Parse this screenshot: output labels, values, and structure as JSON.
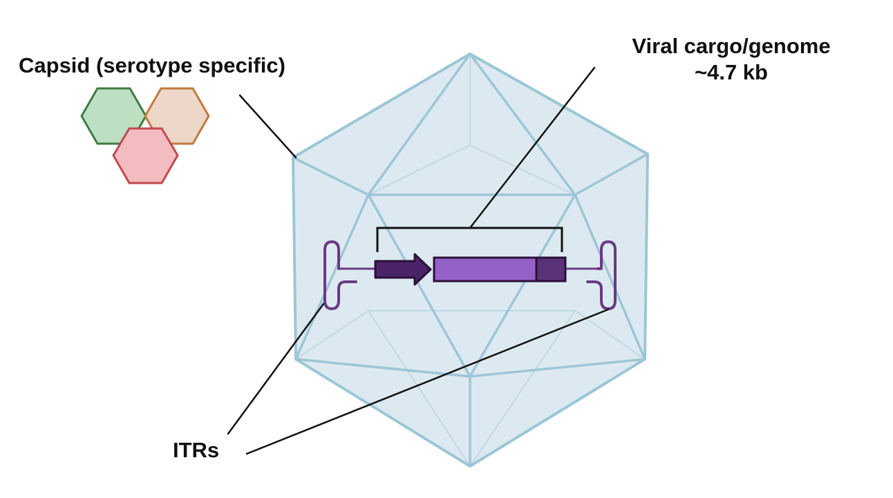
{
  "labels": {
    "capsid": "Capsid (serotype specific)",
    "cargo_line1": "Viral cargo/genome",
    "cargo_line2": "~4.7 kb",
    "itrs": "ITRs"
  },
  "colors": {
    "capsid_fill": "#dde9f0",
    "capsid_stroke": "#9cc6d6",
    "itr_stroke": "#6a3a84",
    "promoter_fill": "#4a2466",
    "gene_fill": "#9461c6",
    "polyA_fill": "#5a3278",
    "hex_green_fill": "#bde0c2",
    "hex_green_stroke": "#3f7a44",
    "hex_orange_fill": "#ecd7c8",
    "hex_orange_stroke": "#c07a3c",
    "hex_red_fill": "#f2bcc0",
    "hex_red_stroke": "#c24850",
    "leader_line": "#111111"
  }
}
